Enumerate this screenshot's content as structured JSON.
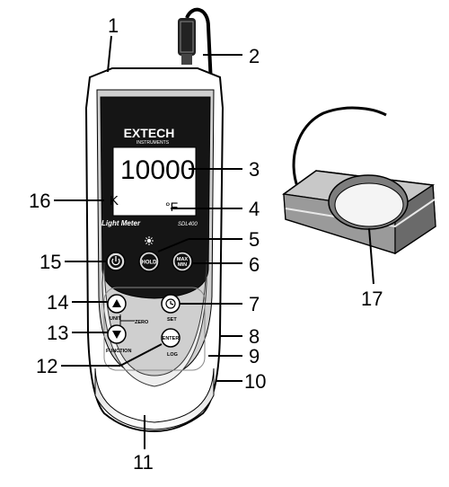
{
  "meter": {
    "brand": "EXTECH",
    "brand_sub": "INSTRUMENTS",
    "display_reading": "10000",
    "display_unit_k": "K",
    "display_unit_f": "°F",
    "product_label": "Light Meter",
    "model": "SDL400"
  },
  "buttons": {
    "hold": "HOLD",
    "max_min_line1": "MAX",
    "max_min_line2": "MIN",
    "up_caption": "UNIT",
    "zero_caption": "ZERO",
    "set_caption": "SET",
    "down_caption": "FUNCTION",
    "enter": "ENTER",
    "log_caption": "LOG"
  },
  "callouts": [
    "1",
    "2",
    "3",
    "4",
    "5",
    "6",
    "7",
    "8",
    "9",
    "10",
    "11",
    "12",
    "13",
    "14",
    "15",
    "16",
    "17"
  ],
  "colors": {
    "body_dark": "#111111",
    "body_mid": "#777777",
    "body_light": "#bdbdbd",
    "lcd": "#ffffff",
    "sensor_top": "#c8c8c8",
    "sensor_lens": "#f4f4f4"
  },
  "icons": {
    "power": "power-icon",
    "backlight": "backlight-icon",
    "clock": "clock-icon",
    "up": "triangle-up-icon",
    "down": "triangle-down-icon"
  }
}
